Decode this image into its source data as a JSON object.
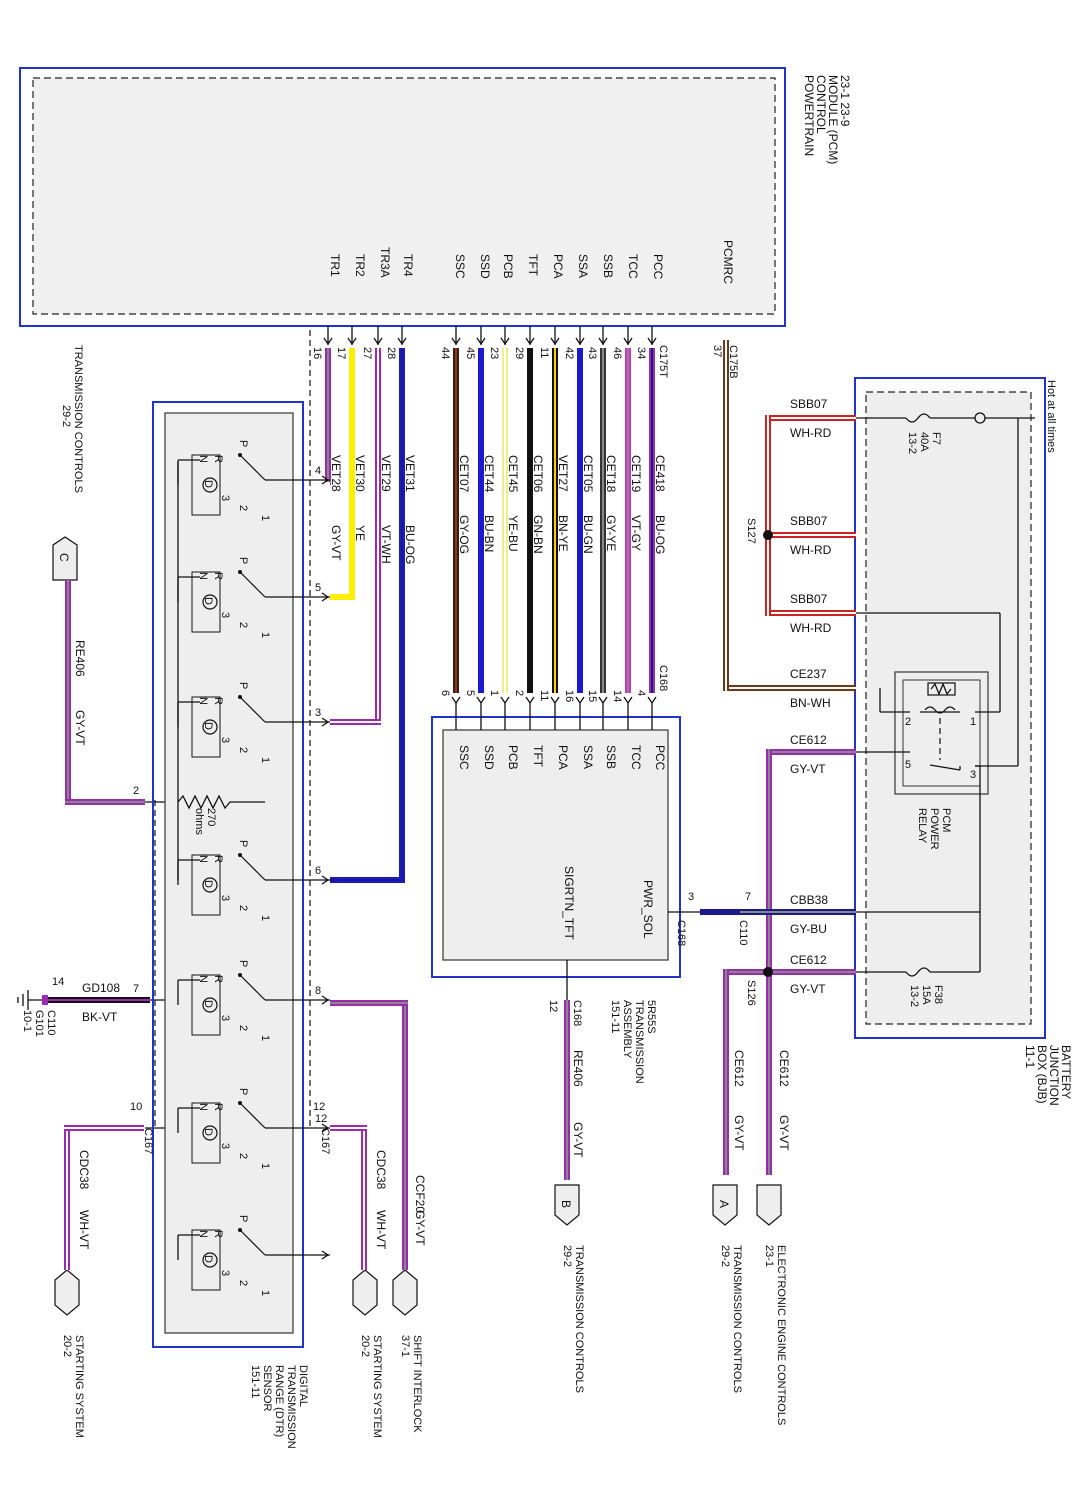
{
  "pcm": {
    "lines": [
      "POWERTRAIN",
      "CONTROL",
      "MODULE (PCM)",
      "23-1   23-9"
    ],
    "pins": [
      "PCMRC",
      "PCC",
      "TCC",
      "SSB",
      "SSA",
      "PCA",
      "TFT",
      "PCB",
      "SSD",
      "SSC",
      "TR4",
      "TR3A",
      "TR2",
      "TR1"
    ]
  },
  "bjb": {
    "lines": [
      "BATTERY",
      "JUNCTION",
      "BOX (BJB)",
      "11-1"
    ],
    "hot_label": "Hot at all times",
    "fuse_f7": [
      "F7",
      "40A",
      "13-2"
    ],
    "fuse_f38": [
      "F38",
      "15A",
      "13-2"
    ],
    "relay": [
      "PCM",
      "POWER",
      "RELAY"
    ],
    "splice_s127": "S127",
    "splice_s126": "S126",
    "wires": [
      {
        "circuit": "SBB07",
        "color": "WH-RD"
      },
      {
        "circuit": "SBB07",
        "color": "WH-RD"
      },
      {
        "circuit": "SBB07",
        "color": "WH-RD"
      },
      {
        "circuit": "CE237",
        "color": "BN-WH"
      },
      {
        "circuit": "CE612",
        "color": "GY-VT"
      },
      {
        "circuit": "CBB38",
        "color": "GY-BU"
      },
      {
        "circuit": "CE612",
        "color": "GY-VT"
      }
    ]
  },
  "connector_c175b": {
    "name": "C175B",
    "pin": "37"
  },
  "connector_c175t": {
    "name": "C175T"
  },
  "pcm_pin_numbers": [
    "34",
    "46",
    "43",
    "42",
    "11",
    "29",
    "23",
    "45",
    "44",
    "28",
    "27",
    "17",
    "16"
  ],
  "trans_wires": [
    {
      "circuit": "CE418",
      "color": "BU-OG",
      "pin": "4"
    },
    {
      "circuit": "CET19",
      "color": "VT-GY",
      "pin": "14"
    },
    {
      "circuit": "CET18",
      "color": "GY-YE",
      "pin": "15"
    },
    {
      "circuit": "CET05",
      "color": "BU-GN",
      "pin": "16"
    },
    {
      "circuit": "VET27",
      "color": "BN-YE",
      "pin": "11"
    },
    {
      "circuit": "CET06",
      "color": "GN-BN",
      "pin": "2"
    },
    {
      "circuit": "CET45",
      "color": "YE-BU",
      "pin": "1"
    },
    {
      "circuit": "CET44",
      "color": "BU-BN",
      "pin": "5"
    },
    {
      "circuit": "CET07",
      "color": "GY-OG",
      "pin": "6"
    }
  ],
  "trans_assembly": {
    "lines": [
      "5R55S",
      "TRANSMISSION",
      "ASSEMBLY",
      "151-11"
    ],
    "connector": "C168",
    "pins": [
      "PCC",
      "TCC",
      "SSB",
      "SSA",
      "PCA",
      "TFT",
      "PCB",
      "SSD",
      "SSC"
    ],
    "pwr_sol": "PWR_SOL",
    "sigrtn": "SIGRTN_TFT",
    "pwr_pin": "3",
    "sig_pin": "12",
    "c110": "C110",
    "c110_pin": "7",
    "sig_wire": {
      "circuit": "RE406",
      "color": "GY-VT"
    }
  },
  "dtr_wires": [
    {
      "circuit": "VET31",
      "color": "BU-OG"
    },
    {
      "circuit": "VET29",
      "color": "VT-WH"
    },
    {
      "circuit": "VET30",
      "color": "YE"
    },
    {
      "circuit": "VET28",
      "color": "GY-VT"
    }
  ],
  "dtr": {
    "lines": [
      "DIGITAL",
      "TRANSMISSION",
      "RANGE (DTR)",
      "SENSOR",
      "151-11"
    ],
    "pins": [
      "4",
      "5",
      "3",
      "2",
      "6",
      "7",
      "8",
      "10",
      "12"
    ],
    "resistor": "270",
    "resistor_unit": "ohms",
    "switch_letters": [
      "P",
      "R",
      "N",
      "D"
    ],
    "switch_nums": [
      "3",
      "2",
      "1"
    ]
  },
  "offpage": {
    "c_trans": {
      "letter": "C",
      "lines": [
        "TRANSMISSION CONTROLS",
        "29-2"
      ],
      "wire": {
        "circuit": "RE406",
        "color": "GY-VT"
      }
    },
    "b_trans": {
      "letter": "B",
      "lines": [
        "TRANSMISSION CONTROLS",
        "29-2"
      ]
    },
    "a_trans": {
      "letter": "A",
      "lines": [
        "TRANSMISSION CONTROLS",
        "29-2"
      ]
    },
    "eec": {
      "lines": [
        "ELECTRONIC ENGINE CONTROLS",
        "23-1"
      ]
    },
    "shift": {
      "lines": [
        "SHIFT INTERLOCK",
        "37-1"
      ],
      "wire": {
        "circuit": "CCF20",
        "color": "GY-VT"
      }
    },
    "start1": {
      "lines": [
        "STARTING SYSTEM",
        "20-2"
      ],
      "wire": {
        "circuit": "CDC38",
        "color": "WH-VT"
      }
    },
    "start2": {
      "lines": [
        "STARTING SYSTEM",
        "20-2"
      ],
      "wire": {
        "circuit": "CDC38",
        "color": "WH-VT"
      }
    },
    "eec_wires": [
      {
        "circuit": "CE612",
        "color": "GY-VT"
      },
      {
        "circuit": "CE612",
        "color": "GY-VT"
      }
    ]
  },
  "ground": {
    "circuit": "GD108",
    "color": "BK-VT",
    "c110": "C110",
    "pin": "14",
    "g": "G101",
    "ref": "10-1"
  },
  "c167": {
    "name": "C167",
    "pin_a": "10",
    "pin_b": "12"
  },
  "colors": {
    "frame": "#2233cc",
    "violet": "#9a2ab0",
    "blue": "#1a1acc",
    "yellow": "#ffee00",
    "brown": "#6b3a1a",
    "red": "#cc2222",
    "gray": "#888888"
  }
}
